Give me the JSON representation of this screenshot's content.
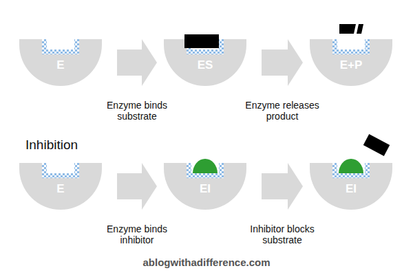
{
  "diagram": {
    "nodes": [
      {
        "text": [
          "E"
        ]
      },
      {
        "text": [
          "ES"
        ]
      },
      {
        "text": [
          "E+P"
        ]
      },
      {
        "text": [
          "E"
        ]
      },
      {
        "text": [
          "EI"
        ]
      },
      {
        "text": [
          "EI"
        ]
      }
    ],
    "edges": [
      {
        "from": 0,
        "to": 1,
        "label": "Enzyme binds substrate",
        "arrow": "to"
      },
      {
        "from": 1,
        "to": 2,
        "label": "Enzyme releases product",
        "arrow": "to"
      },
      {
        "from": 3,
        "to": 4,
        "label": "Enzyme binds inhibitor",
        "arrow": "to"
      },
      {
        "from": 4,
        "to": 5,
        "label": "Inhibitor blocks substrate",
        "arrow": "to"
      }
    ],
    "labels": [
      "Inhibition",
      "ablogwithadifference.com"
    ]
  }
}
